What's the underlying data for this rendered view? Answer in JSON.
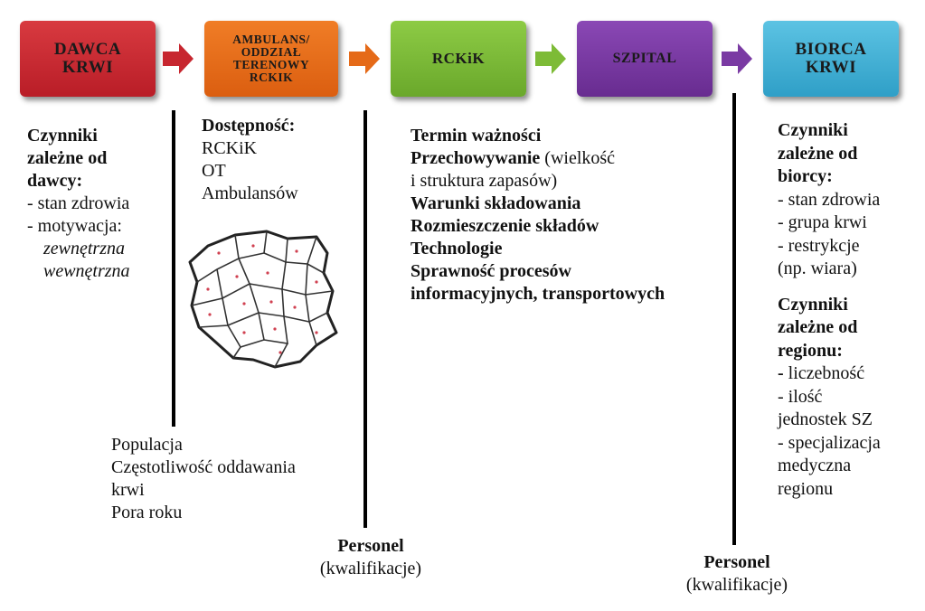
{
  "colors": {
    "red": "#c7262f",
    "orange": "#e56a18",
    "green": "#7dbb36",
    "purple": "#7a3aa3",
    "cyan": "#45b2d6"
  },
  "boxes": [
    {
      "lines": [
        "DAWCA",
        "KRWI"
      ]
    },
    {
      "lines": [
        "AMBULANS/",
        "ODDZIAŁ",
        "TERENOWY",
        "RCKIK"
      ]
    },
    {
      "lines": [
        "RCKiK"
      ]
    },
    {
      "lines": [
        "SZPITAL"
      ]
    },
    {
      "lines": [
        "BIORCA",
        "KRWI"
      ]
    }
  ],
  "donor": {
    "heading": [
      "Czynniki",
      "zależne od",
      "dawcy:"
    ],
    "items": [
      "- stan zdrowia",
      "- motywacja:"
    ],
    "motivation": [
      "zewnętrzna",
      "wewnętrzna"
    ]
  },
  "access": {
    "heading": "Dostępność:",
    "items": [
      "RCKiK",
      "OT",
      "Ambulansów"
    ]
  },
  "population": [
    "Populacja",
    "Częstotliwość oddawania",
    "krwi",
    "Pora roku"
  ],
  "rckik": {
    "l1": "Termin ważności",
    "l2b": "Przechowywanie",
    "l2n": " (wielkość",
    "l3": "i struktura zapasów)",
    "l4": "Warunki składowania",
    "l5": "Rozmieszczenie składów",
    "l6": "Technologie",
    "l7": "Sprawność procesów",
    "l8": "informacyjnych, transportowych"
  },
  "personnel1": {
    "title": "Personel",
    "sub": "(kwalifikacje)"
  },
  "personnel2": {
    "title": "Personel",
    "sub": "(kwalifikacje)"
  },
  "recipient": {
    "heading1": [
      "Czynniki",
      "zależne od",
      "biorcy:"
    ],
    "items1": [
      "- stan zdrowia",
      "- grupa krwi",
      "- restrykcje",
      "(np. wiara)"
    ],
    "heading2": [
      "Czynniki",
      "zależne od",
      "regionu:"
    ],
    "items2_b": "-",
    "items2_first": " liczebność",
    "items2": [
      "- ilość",
      "jednostek SZ",
      "- specjalizacja",
      "medyczna",
      "regionu"
    ]
  }
}
